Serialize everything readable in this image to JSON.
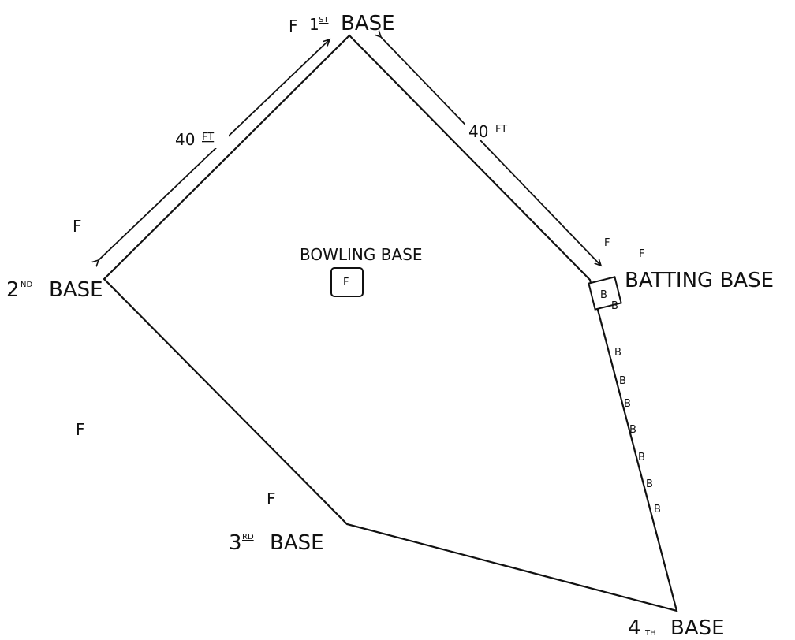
{
  "bases": {
    "first": {
      "text": "BASE",
      "ordinal": "1",
      "suffix": "ST"
    },
    "second": {
      "text": "BASE",
      "ordinal": "2",
      "suffix": "ND"
    },
    "third": {
      "text": "BASE",
      "ordinal": "3",
      "suffix": "RD"
    },
    "fourth": {
      "text": "BASE",
      "ordinal": "4",
      "suffix": "TH"
    },
    "batting": "BATTING BASE",
    "bowling": "BOWLING BASE"
  },
  "distances": {
    "left": {
      "value": "40",
      "unit": "FT"
    },
    "right": {
      "value": "40",
      "unit": "FT"
    }
  },
  "markers": {
    "fielder": "F",
    "batter": "B",
    "bowler_box": "F",
    "batting_box": "B"
  }
}
